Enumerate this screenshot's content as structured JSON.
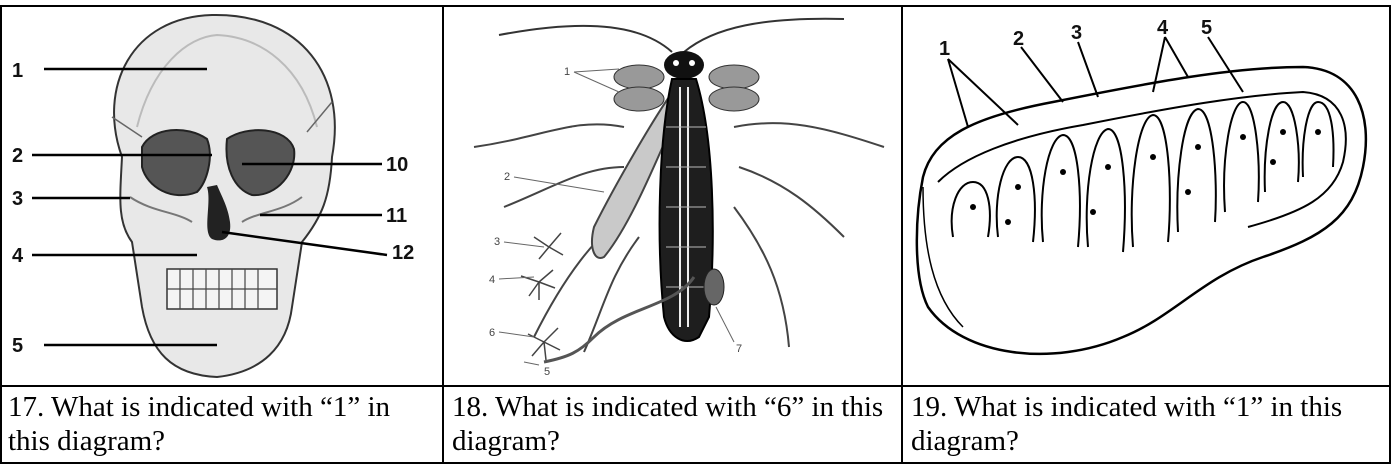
{
  "questions": [
    {
      "text": "17. What is indicated with “1” in this diagram?"
    },
    {
      "text": "18. What is indicated with “6” in this diagram?"
    },
    {
      "text": "19. What is indicated with “1” in this diagram?"
    }
  ],
  "diagrams": {
    "skull": {
      "labels": [
        "1",
        "2",
        "3",
        "4",
        "5",
        "10",
        "11",
        "12"
      ]
    },
    "crayfish": {
      "labels": [
        "1",
        "2",
        "3",
        "4",
        "6",
        "5",
        "7"
      ]
    },
    "mitochondrion": {
      "labels": [
        "1",
        "2",
        "3",
        "4",
        "5"
      ]
    }
  }
}
